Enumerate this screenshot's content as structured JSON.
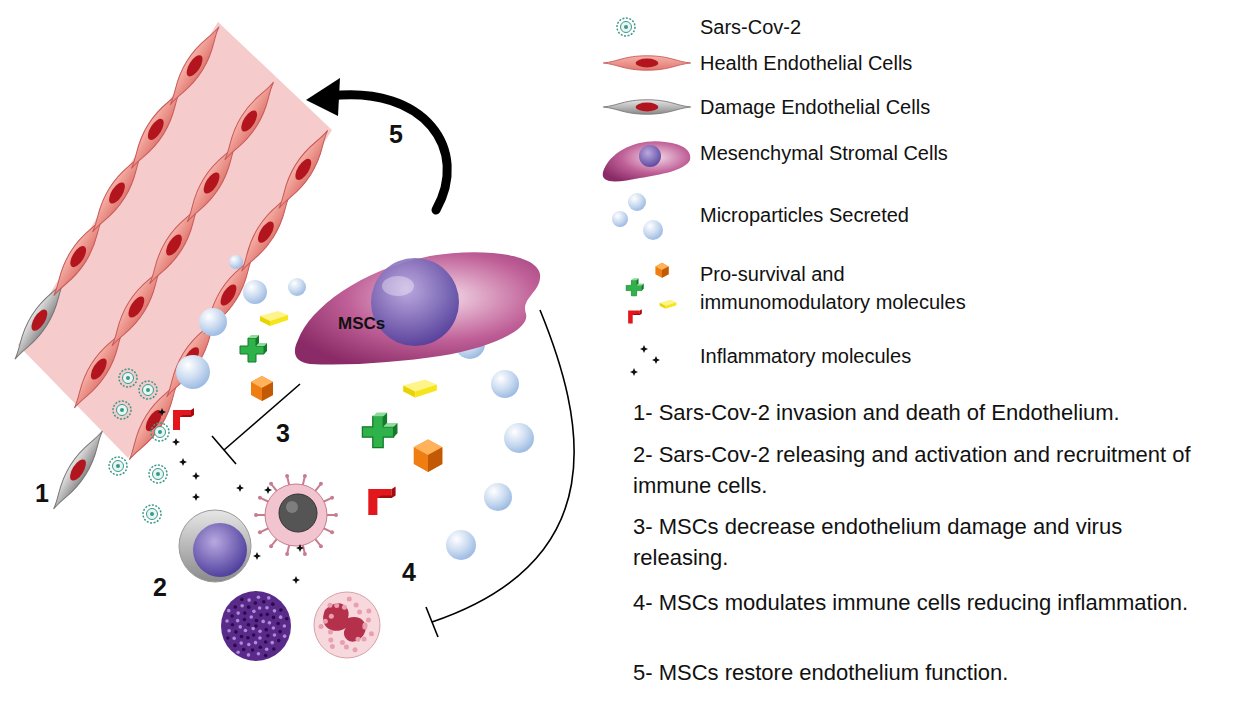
{
  "diagram": {
    "nodes": [
      {
        "text": [
          "MSCs"
        ]
      }
    ],
    "labels": [
      "1",
      "2",
      "3",
      "4",
      "5",
      "1- Sars-Cov-2 invasion and death of Endothelium.",
      "2- Sars-Cov-2 releasing and activation and recruitment of immune cells.",
      "3- MSCs decrease endothelium damage and virus releasing.",
      "4- MSCs modulates immune cells reducing inflammation.",
      "5- MSCs restore endothelium function."
    ],
    "legend": [
      {
        "text": "Sars-Cov-2"
      },
      {
        "text": "Health Endothelial Cells"
      },
      {
        "text": "Damage Endothelial Cells"
      },
      {
        "text": "Mesenchymal Stromal Cells"
      },
      {
        "text": "Microparticles Secreted"
      },
      {
        "text": "Pro-survival and immunomodulatory molecules"
      },
      {
        "text": "Inflammatory molecules"
      }
    ]
  }
}
